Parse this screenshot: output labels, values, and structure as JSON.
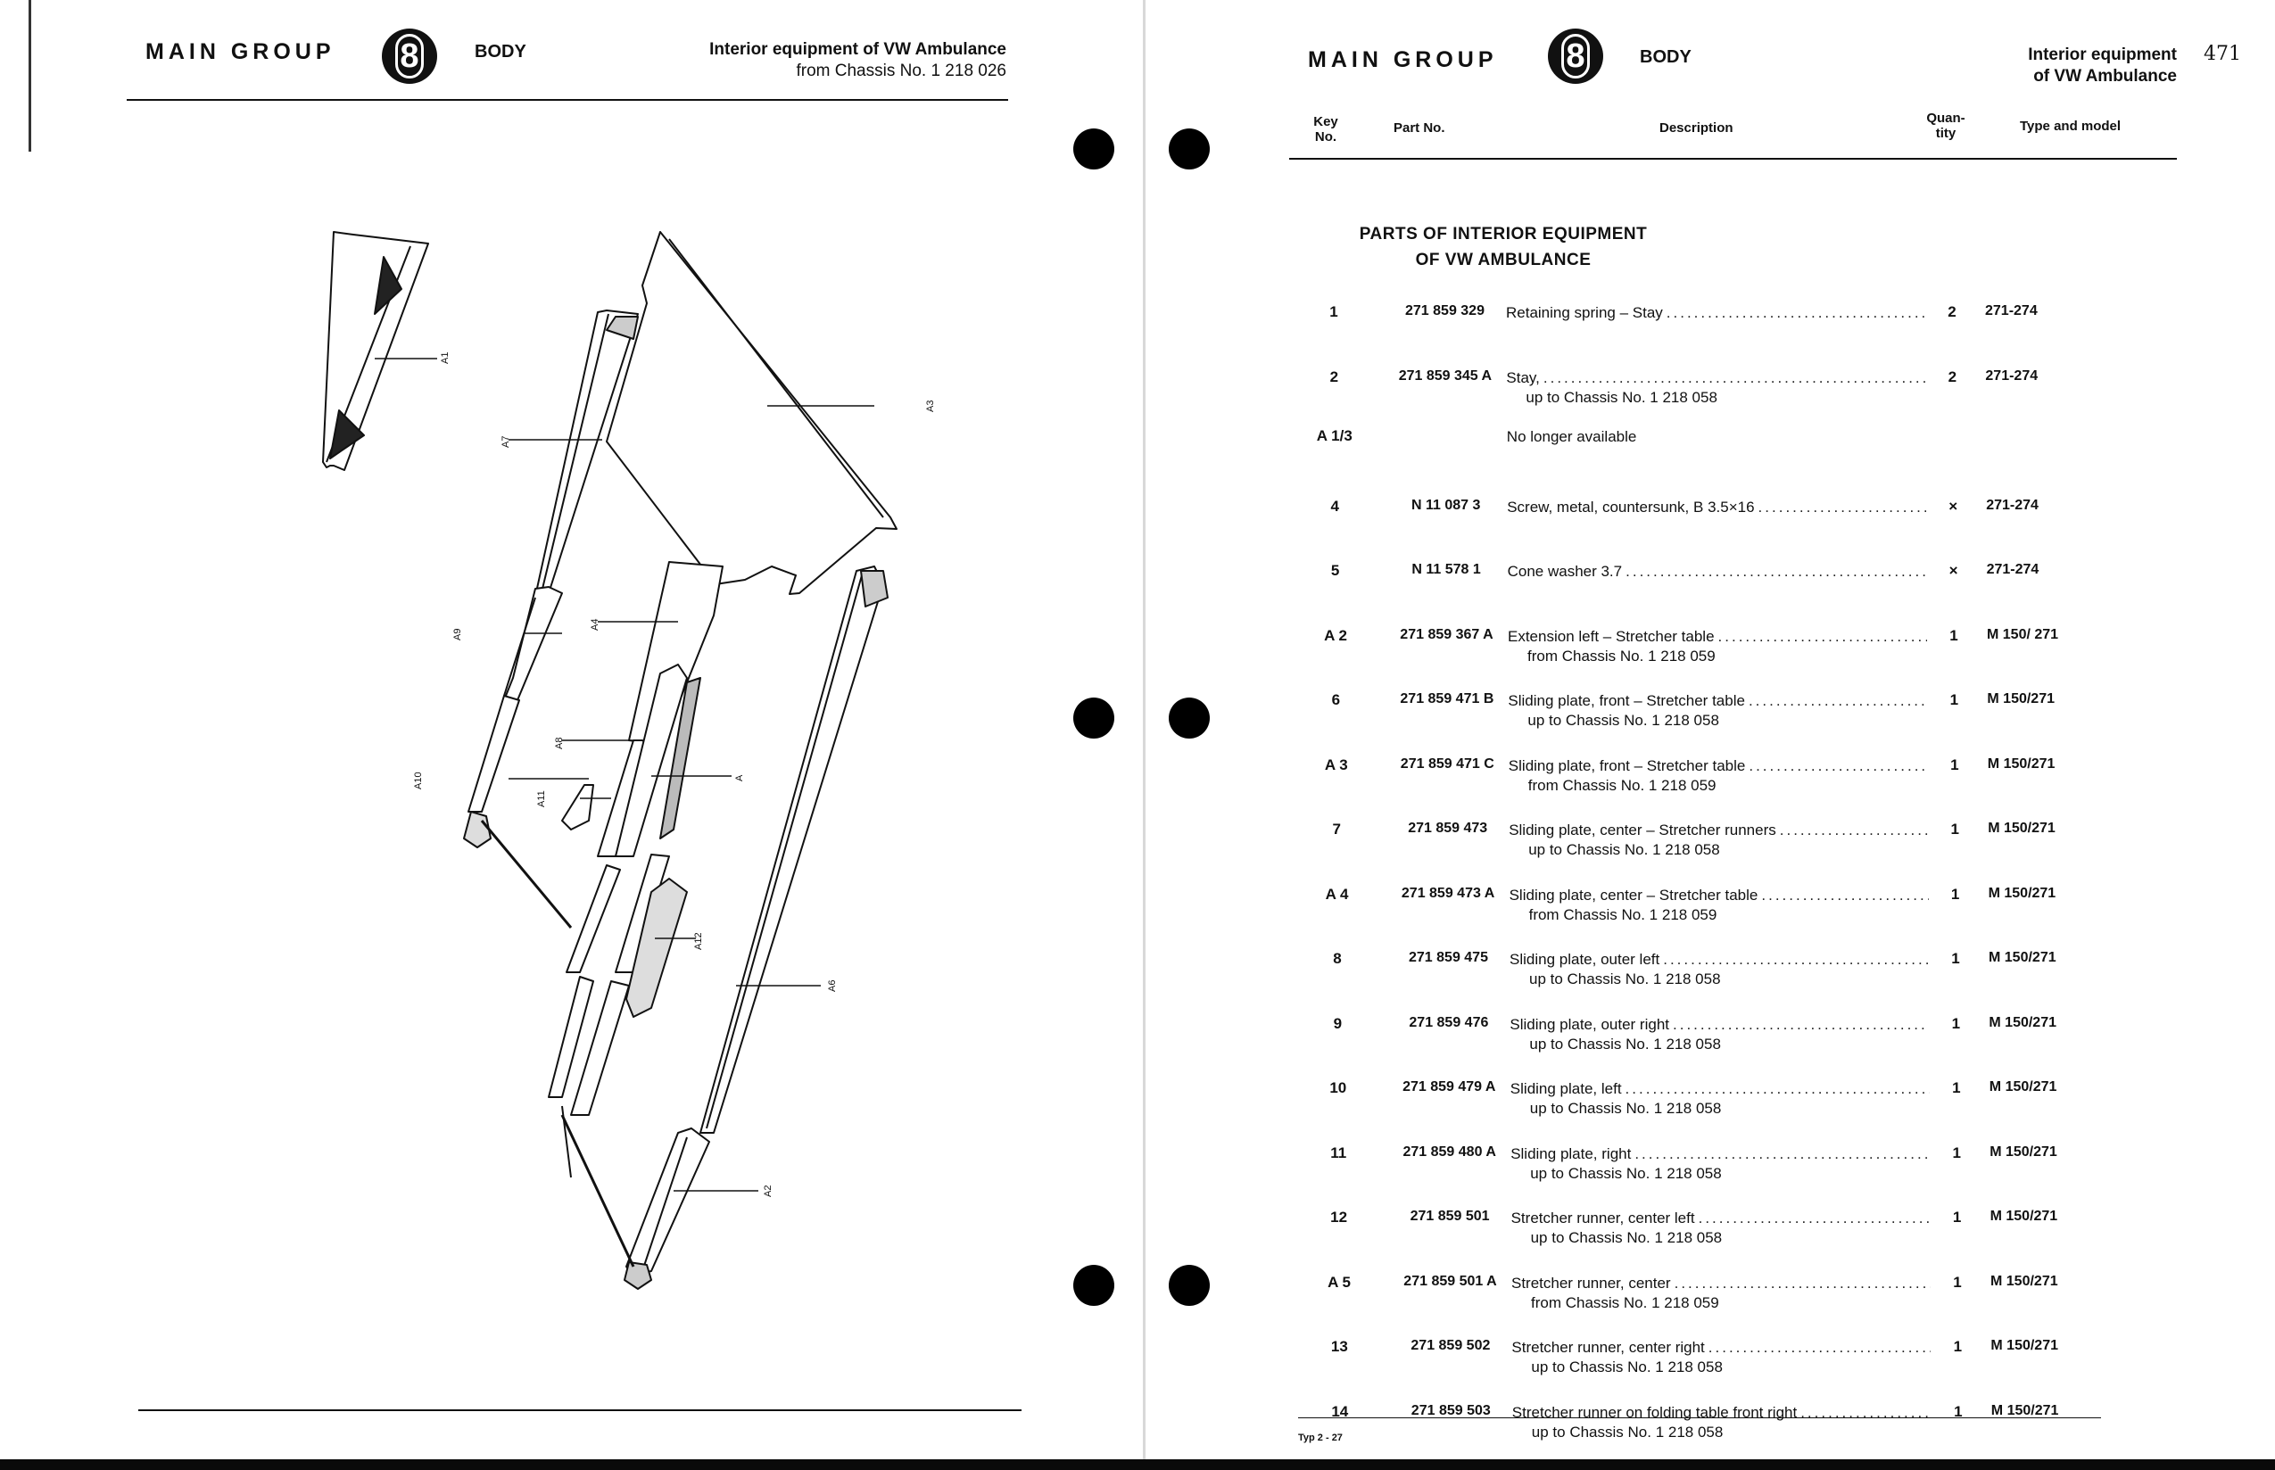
{
  "header": {
    "main_group": "MAIN GROUP",
    "group_number": "8",
    "group_name": "BODY",
    "left_title": "Interior equipment of VW Ambulance",
    "left_subtitle": "from Chassis No. 1 218 026",
    "right_title_line1": "Interior equipment",
    "right_title_line2": "of VW Ambulance",
    "margin_note": "471"
  },
  "diagram": {
    "labels": [
      "A1",
      "A7",
      "A3",
      "A9",
      "A4",
      "A8",
      "A",
      "A10",
      "A11",
      "A12",
      "A6",
      "A2"
    ]
  },
  "table": {
    "columns": {
      "key_line1": "Key",
      "key_line2": "No.",
      "part": "Part No.",
      "description": "Description",
      "qty_line1": "Quan-",
      "qty_line2": "tity",
      "type": "Type and model"
    },
    "section_title_line1": "PARTS OF INTERIOR EQUIPMENT",
    "section_title_line2": "OF VW AMBULANCE",
    "rows": [
      {
        "key": "1",
        "part": "271 859 329",
        "desc": "Retaining spring – Stay",
        "sub": "",
        "qty": "2",
        "type": "271-274"
      },
      {
        "key": "2",
        "part": "271 859 345 A",
        "desc": "Stay,",
        "sub": "up to Chassis No. 1 218 058",
        "qty": "2",
        "type": "271-274"
      },
      {
        "key": "A 1/3",
        "part": "",
        "desc": "No longer available",
        "sub": "",
        "qty": "",
        "type": ""
      },
      {
        "key": "4",
        "part": "N 11 087 3",
        "desc": "Screw, metal, countersunk, B 3.5×16",
        "sub": "",
        "qty": "×",
        "type": "271-274"
      },
      {
        "key": "5",
        "part": "N 11 578 1",
        "desc": "Cone washer 3.7",
        "sub": "",
        "qty": "×",
        "type": "271-274"
      },
      {
        "key": "A 2",
        "part": "271 859 367 A",
        "desc": "Extension left – Stretcher table",
        "sub": "from Chassis No. 1 218 059",
        "qty": "1",
        "type": "M 150/ 271"
      },
      {
        "key": "6",
        "part": "271 859 471 B",
        "desc": "Sliding plate, front – Stretcher table",
        "sub": "up to Chassis No. 1 218 058",
        "qty": "1",
        "type": "M 150/271"
      },
      {
        "key": "A 3",
        "part": "271 859 471 C",
        "desc": "Sliding plate, front – Stretcher table",
        "sub": "from Chassis No. 1 218 059",
        "qty": "1",
        "type": "M 150/271"
      },
      {
        "key": "7",
        "part": "271 859 473",
        "desc": "Sliding plate, center – Stretcher runners",
        "sub": "up to Chassis No. 1 218 058",
        "qty": "1",
        "type": "M 150/271"
      },
      {
        "key": "A 4",
        "part": "271 859 473 A",
        "desc": "Sliding plate, center – Stretcher table",
        "sub": "from Chassis No. 1 218 059",
        "qty": "1",
        "type": "M 150/271"
      },
      {
        "key": "8",
        "part": "271 859 475",
        "desc": "Sliding plate, outer left",
        "sub": "up to Chassis No. 1 218 058",
        "qty": "1",
        "type": "M 150/271"
      },
      {
        "key": "9",
        "part": "271 859 476",
        "desc": "Sliding plate, outer right",
        "sub": "up to Chassis No. 1 218 058",
        "qty": "1",
        "type": "M 150/271"
      },
      {
        "key": "10",
        "part": "271 859 479 A",
        "desc": "Sliding plate, left",
        "sub": "up to Chassis No. 1 218 058",
        "qty": "1",
        "type": "M 150/271"
      },
      {
        "key": "11",
        "part": "271 859 480 A",
        "desc": "Sliding plate, right",
        "sub": "up to Chassis No. 1 218 058",
        "qty": "1",
        "type": "M 150/271"
      },
      {
        "key": "12",
        "part": "271 859 501",
        "desc": "Stretcher runner, center left",
        "sub": "up to Chassis No. 1 218 058",
        "qty": "1",
        "type": "M 150/271"
      },
      {
        "key": "A 5",
        "part": "271 859 501 A",
        "desc": "Stretcher runner, center",
        "sub": "from Chassis No. 1 218 059",
        "qty": "1",
        "type": "M 150/271"
      },
      {
        "key": "13",
        "part": "271 859 502",
        "desc": "Stretcher runner, center right",
        "sub": "up to Chassis No. 1 218 058",
        "qty": "1",
        "type": "M 150/271"
      },
      {
        "key": "14",
        "part": "271 859 503",
        "desc": "Stretcher runner on folding table front right",
        "sub": "up to Chassis No. 1 218 058",
        "qty": "1",
        "type": "M 150/271"
      }
    ]
  },
  "footer": {
    "mark": "Typ 2 - 27"
  }
}
